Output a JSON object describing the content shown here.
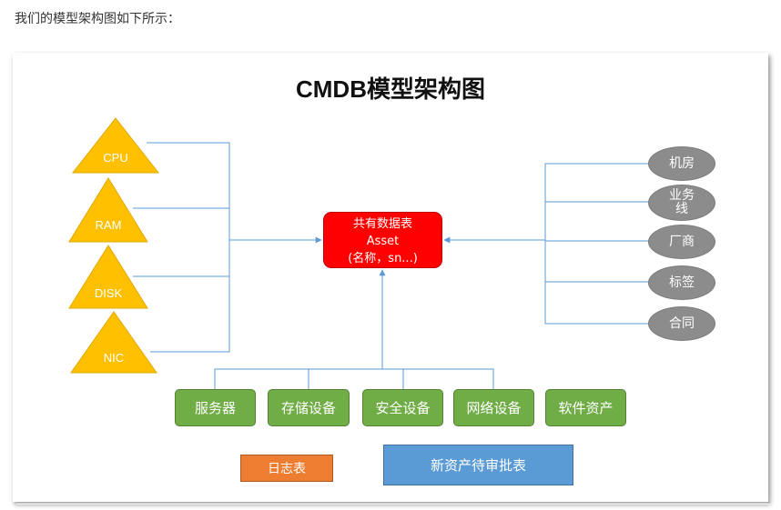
{
  "intro_text": "我们的模型架构图如下所示：",
  "diagram": {
    "title": "CMDB模型架构图",
    "center": {
      "line1": "共有数据表",
      "line2": "Asset",
      "line3": "(名称，sn...)",
      "color": "#ff0000"
    },
    "left_triangles": [
      {
        "label": "CPU"
      },
      {
        "label": "RAM"
      },
      {
        "label": "DISK"
      },
      {
        "label": "NIC"
      }
    ],
    "right_ellipses": [
      {
        "label": "机房"
      },
      {
        "label": "业务线"
      },
      {
        "label": "厂商"
      },
      {
        "label": "标签"
      },
      {
        "label": "合同"
      }
    ],
    "bottom_boxes": [
      {
        "label": "服务器"
      },
      {
        "label": "存储设备"
      },
      {
        "label": "安全设备"
      },
      {
        "label": "网络设备"
      },
      {
        "label": "软件资产"
      }
    ],
    "log_table": {
      "label": "日志表"
    },
    "approval_table": {
      "label": "新资产待审批表"
    },
    "colors": {
      "triangle": "#ffc000",
      "ellipse": "#8c8c8c",
      "green": "#70ad47",
      "orange": "#ed7d31",
      "blue": "#5b9bd5",
      "connector": "#5b9bd5"
    }
  }
}
